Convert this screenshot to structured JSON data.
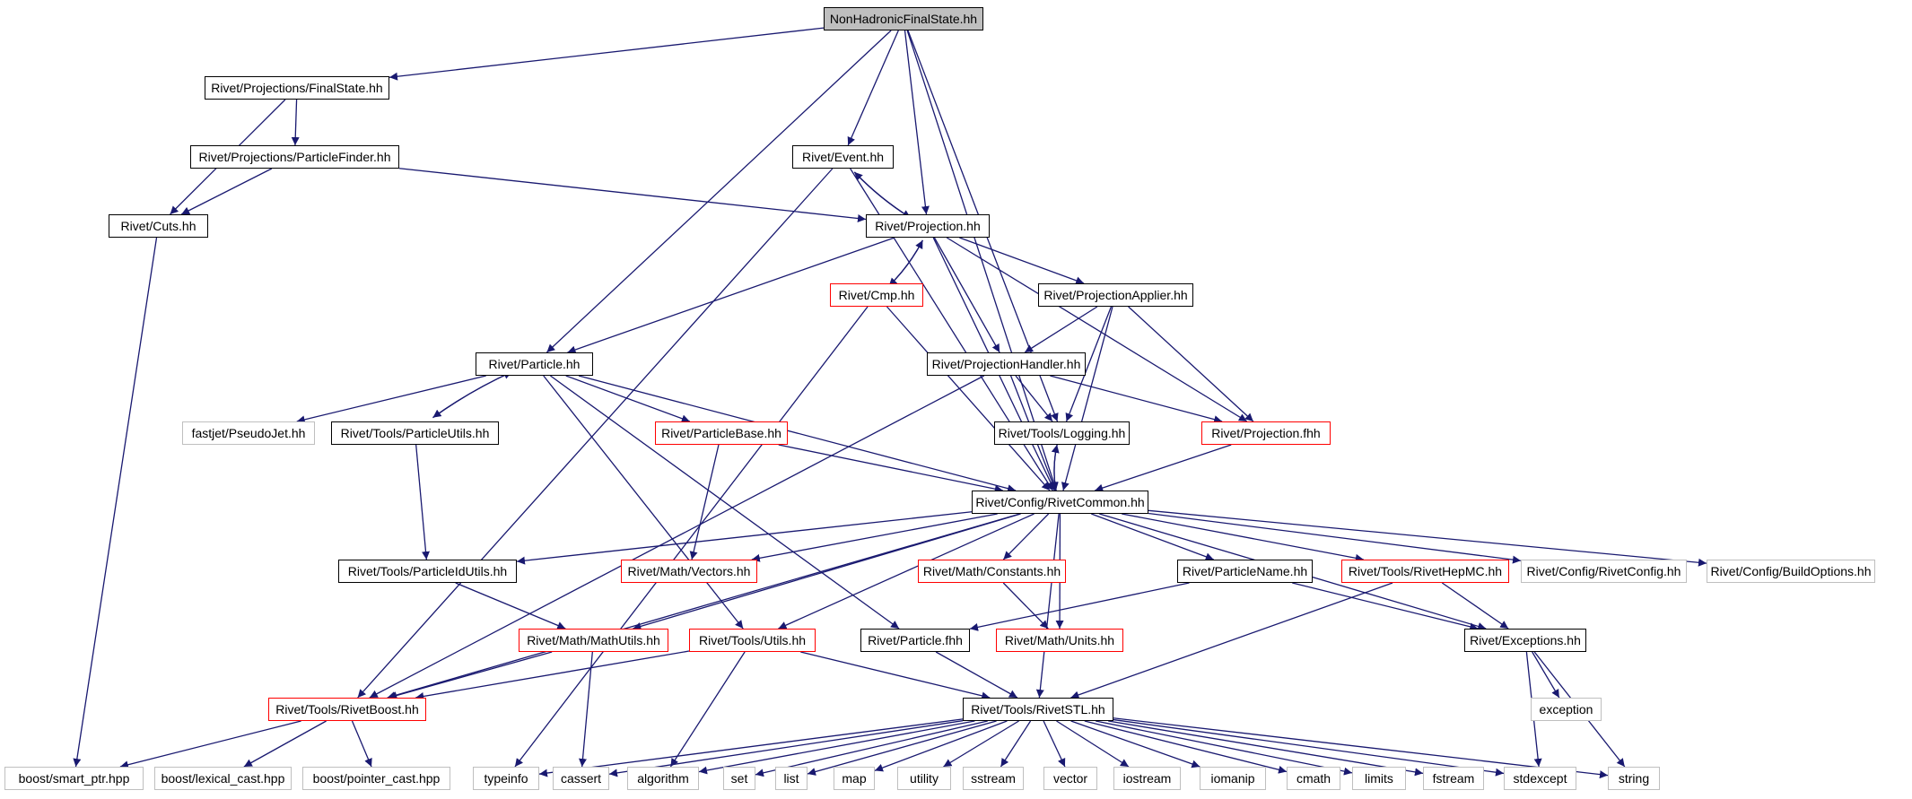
{
  "colors": {
    "edge": "#191970",
    "node_black_border": "#000000",
    "node_red_border": "#ff0000",
    "node_gray_border": "#bfbfbf",
    "root_fill": "#bfbfbf"
  },
  "nodes": [
    {
      "id": "root",
      "label": "NonHadronicFinalState.hh",
      "style": "root"
    },
    {
      "id": "finalstate",
      "label": "Rivet/Projections/FinalState.hh",
      "style": "black"
    },
    {
      "id": "particlefinder",
      "label": "Rivet/Projections/ParticleFinder.hh",
      "style": "black"
    },
    {
      "id": "cuts",
      "label": "Rivet/Cuts.hh",
      "style": "black"
    },
    {
      "id": "event",
      "label": "Rivet/Event.hh",
      "style": "black"
    },
    {
      "id": "projection",
      "label": "Rivet/Projection.hh",
      "style": "black"
    },
    {
      "id": "cmp",
      "label": "Rivet/Cmp.hh",
      "style": "red"
    },
    {
      "id": "projapplier",
      "label": "Rivet/ProjectionApplier.hh",
      "style": "black"
    },
    {
      "id": "projhandler",
      "label": "Rivet/ProjectionHandler.hh",
      "style": "black"
    },
    {
      "id": "particle",
      "label": "Rivet/Particle.hh",
      "style": "black"
    },
    {
      "id": "pseudojet",
      "label": "fastjet/PseudoJet.hh",
      "style": "gray"
    },
    {
      "id": "particleutils",
      "label": "Rivet/Tools/ParticleUtils.hh",
      "style": "black"
    },
    {
      "id": "particlebase",
      "label": "Rivet/ParticleBase.hh",
      "style": "red"
    },
    {
      "id": "logging",
      "label": "Rivet/Tools/Logging.hh",
      "style": "black"
    },
    {
      "id": "projfhh",
      "label": "Rivet/Projection.fhh",
      "style": "red"
    },
    {
      "id": "rivetcommon",
      "label": "Rivet/Config/RivetCommon.hh",
      "style": "black"
    },
    {
      "id": "pidutils",
      "label": "Rivet/Tools/ParticleIdUtils.hh",
      "style": "black"
    },
    {
      "id": "vectors",
      "label": "Rivet/Math/Vectors.hh",
      "style": "red"
    },
    {
      "id": "constants",
      "label": "Rivet/Math/Constants.hh",
      "style": "red"
    },
    {
      "id": "particlename",
      "label": "Rivet/ParticleName.hh",
      "style": "black"
    },
    {
      "id": "rivethepmc",
      "label": "Rivet/Tools/RivetHepMC.hh",
      "style": "red"
    },
    {
      "id": "rivetconfig",
      "label": "Rivet/Config/RivetConfig.hh",
      "style": "gray"
    },
    {
      "id": "buildoptions",
      "label": "Rivet/Config/BuildOptions.hh",
      "style": "gray"
    },
    {
      "id": "mathutils",
      "label": "Rivet/Math/MathUtils.hh",
      "style": "red"
    },
    {
      "id": "toolsutils",
      "label": "Rivet/Tools/Utils.hh",
      "style": "red"
    },
    {
      "id": "particlefhh",
      "label": "Rivet/Particle.fhh",
      "style": "black"
    },
    {
      "id": "units",
      "label": "Rivet/Math/Units.hh",
      "style": "red"
    },
    {
      "id": "exceptions",
      "label": "Rivet/Exceptions.hh",
      "style": "black"
    },
    {
      "id": "exception",
      "label": "exception",
      "style": "gray"
    },
    {
      "id": "rivetboost",
      "label": "Rivet/Tools/RivetBoost.hh",
      "style": "red"
    },
    {
      "id": "rivetstl",
      "label": "Rivet/Tools/RivetSTL.hh",
      "style": "black"
    },
    {
      "id": "smartptr",
      "label": "boost/smart_ptr.hpp",
      "style": "gray"
    },
    {
      "id": "lexicalcast",
      "label": "boost/lexical_cast.hpp",
      "style": "gray"
    },
    {
      "id": "pointercast",
      "label": "boost/pointer_cast.hpp",
      "style": "gray"
    },
    {
      "id": "typeinfo",
      "label": "typeinfo",
      "style": "gray"
    },
    {
      "id": "cassert",
      "label": "cassert",
      "style": "gray"
    },
    {
      "id": "algorithm",
      "label": "algorithm",
      "style": "gray"
    },
    {
      "id": "set",
      "label": "set",
      "style": "gray"
    },
    {
      "id": "list",
      "label": "list",
      "style": "gray"
    },
    {
      "id": "map",
      "label": "map",
      "style": "gray"
    },
    {
      "id": "utility",
      "label": "utility",
      "style": "gray"
    },
    {
      "id": "sstream",
      "label": "sstream",
      "style": "gray"
    },
    {
      "id": "vector",
      "label": "vector",
      "style": "gray"
    },
    {
      "id": "iostream",
      "label": "iostream",
      "style": "gray"
    },
    {
      "id": "iomanip",
      "label": "iomanip",
      "style": "gray"
    },
    {
      "id": "cmath",
      "label": "cmath",
      "style": "gray"
    },
    {
      "id": "limits",
      "label": "limits",
      "style": "gray"
    },
    {
      "id": "fstream",
      "label": "fstream",
      "style": "gray"
    },
    {
      "id": "stdexcept",
      "label": "stdexcept",
      "style": "gray"
    },
    {
      "id": "string",
      "label": "string",
      "style": "gray"
    }
  ],
  "edges": [
    [
      "root",
      "finalstate"
    ],
    [
      "root",
      "particle"
    ],
    [
      "root",
      "event"
    ],
    [
      "root",
      "projection"
    ],
    [
      "root",
      "logging"
    ],
    [
      "root",
      "rivetcommon"
    ],
    [
      "finalstate",
      "particlefinder"
    ],
    [
      "finalstate",
      "cuts"
    ],
    [
      "particlefinder",
      "cuts"
    ],
    [
      "particlefinder",
      "projection"
    ],
    [
      "cuts",
      "smartptr"
    ],
    [
      "event",
      "projection"
    ],
    [
      "event",
      "rivetboost"
    ],
    [
      "event",
      "rivetcommon"
    ],
    [
      "projection",
      "event"
    ],
    [
      "projection",
      "cmp"
    ],
    [
      "projection",
      "projapplier"
    ],
    [
      "projection",
      "projhandler"
    ],
    [
      "projection",
      "particle"
    ],
    [
      "projection",
      "projfhh"
    ],
    [
      "projection",
      "rivetcommon"
    ],
    [
      "cmp",
      "projection"
    ],
    [
      "cmp",
      "typeinfo"
    ],
    [
      "cmp",
      "rivetcommon"
    ],
    [
      "projapplier",
      "projhandler"
    ],
    [
      "projapplier",
      "logging"
    ],
    [
      "projapplier",
      "projfhh"
    ],
    [
      "projapplier",
      "rivetcommon"
    ],
    [
      "projhandler",
      "logging"
    ],
    [
      "projhandler",
      "projfhh"
    ],
    [
      "projhandler",
      "rivetcommon"
    ],
    [
      "projhandler",
      "rivetboost"
    ],
    [
      "particle",
      "pseudojet"
    ],
    [
      "particle",
      "particleutils"
    ],
    [
      "particle",
      "particlebase"
    ],
    [
      "particle",
      "rivetcommon"
    ],
    [
      "particle",
      "particlefhh"
    ],
    [
      "particle",
      "toolsutils"
    ],
    [
      "particleutils",
      "particle"
    ],
    [
      "particleutils",
      "pidutils"
    ],
    [
      "particlebase",
      "rivetcommon"
    ],
    [
      "particlebase",
      "vectors"
    ],
    [
      "logging",
      "rivetcommon"
    ],
    [
      "projfhh",
      "rivetcommon"
    ],
    [
      "rivetcommon",
      "logging"
    ],
    [
      "rivetcommon",
      "pidutils"
    ],
    [
      "rivetcommon",
      "vectors"
    ],
    [
      "rivetcommon",
      "constants"
    ],
    [
      "rivetcommon",
      "particlename"
    ],
    [
      "rivetcommon",
      "rivethepmc"
    ],
    [
      "rivetcommon",
      "rivetconfig"
    ],
    [
      "rivetcommon",
      "buildoptions"
    ],
    [
      "rivetcommon",
      "exceptions"
    ],
    [
      "rivetcommon",
      "mathutils"
    ],
    [
      "rivetcommon",
      "toolsutils"
    ],
    [
      "rivetcommon",
      "units"
    ],
    [
      "rivetcommon",
      "rivetstl"
    ],
    [
      "rivetcommon",
      "rivetboost"
    ],
    [
      "pidutils",
      "mathutils"
    ],
    [
      "constants",
      "units"
    ],
    [
      "particlename",
      "particlefhh"
    ],
    [
      "particlename",
      "exceptions"
    ],
    [
      "rivethepmc",
      "exceptions"
    ],
    [
      "rivethepmc",
      "rivetstl"
    ],
    [
      "mathutils",
      "rivetboost"
    ],
    [
      "mathutils",
      "cassert"
    ],
    [
      "toolsutils",
      "rivetboost"
    ],
    [
      "toolsutils",
      "rivetstl"
    ],
    [
      "toolsutils",
      "algorithm"
    ],
    [
      "particlefhh",
      "rivetstl"
    ],
    [
      "exceptions",
      "exception"
    ],
    [
      "exceptions",
      "stdexcept"
    ],
    [
      "exceptions",
      "string"
    ],
    [
      "rivetboost",
      "smartptr"
    ],
    [
      "rivetboost",
      "lexicalcast"
    ],
    [
      "rivetboost",
      "pointercast"
    ],
    [
      "rivetstl",
      "typeinfo"
    ],
    [
      "rivetstl",
      "cassert"
    ],
    [
      "rivetstl",
      "algorithm"
    ],
    [
      "rivetstl",
      "set"
    ],
    [
      "rivetstl",
      "list"
    ],
    [
      "rivetstl",
      "map"
    ],
    [
      "rivetstl",
      "utility"
    ],
    [
      "rivetstl",
      "sstream"
    ],
    [
      "rivetstl",
      "vector"
    ],
    [
      "rivetstl",
      "iostream"
    ],
    [
      "rivetstl",
      "iomanip"
    ],
    [
      "rivetstl",
      "cmath"
    ],
    [
      "rivetstl",
      "limits"
    ],
    [
      "rivetstl",
      "fstream"
    ],
    [
      "rivetstl",
      "stdexcept"
    ],
    [
      "rivetstl",
      "string"
    ]
  ]
}
